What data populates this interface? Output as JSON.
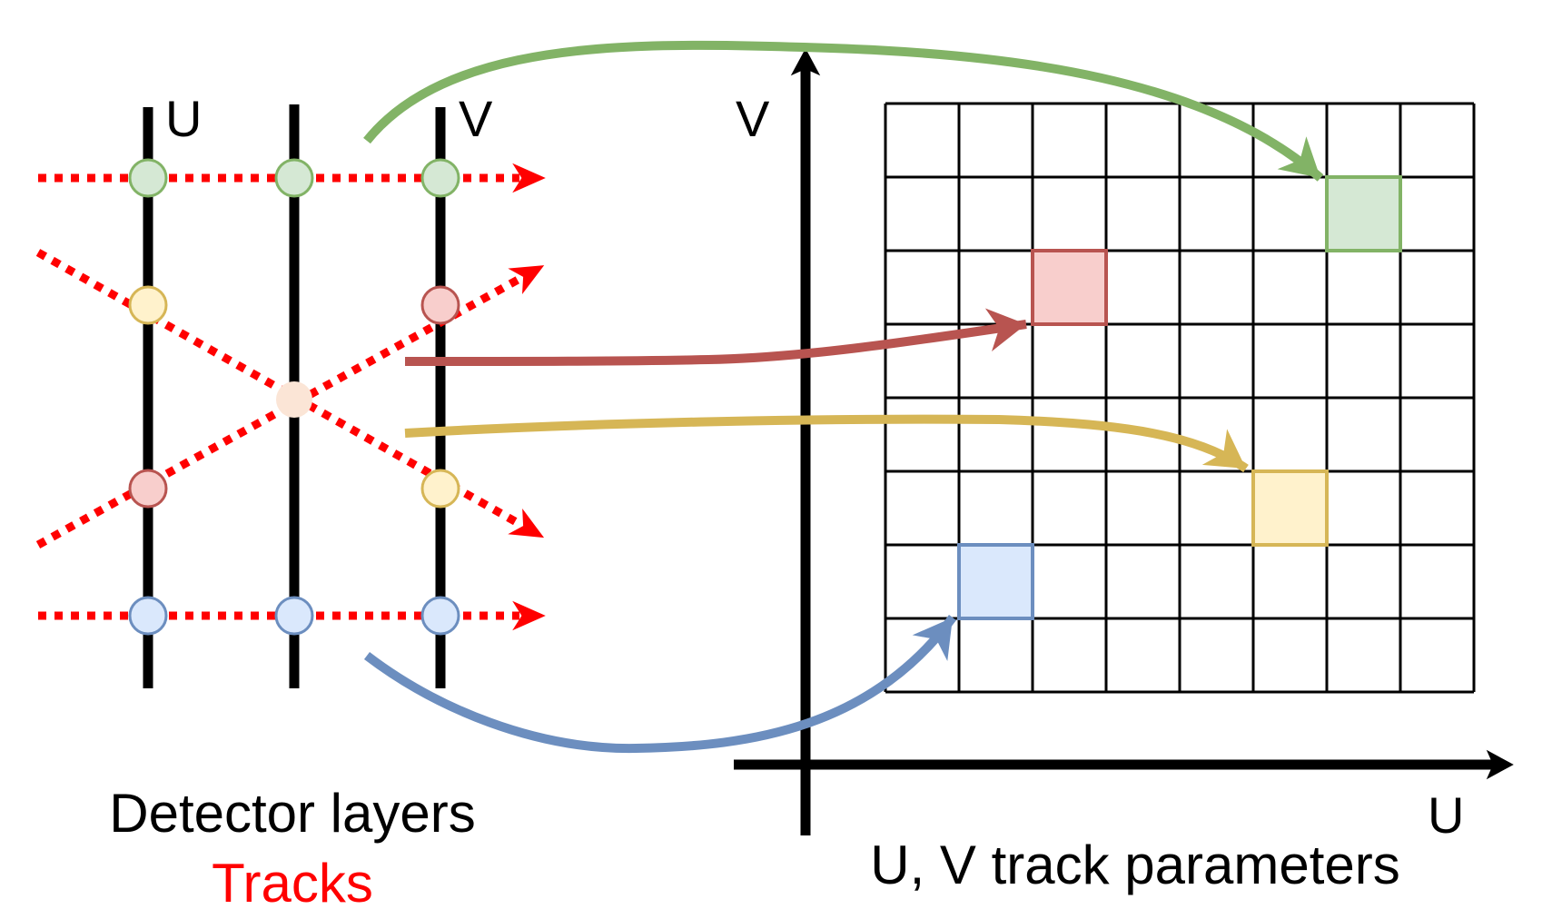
{
  "labels": {
    "layer_u": "U",
    "layer_v": "V",
    "axis_v": "V",
    "axis_u": "U",
    "detector_layers": "Detector layers",
    "tracks": "Tracks",
    "parameters": "U, V track parameters"
  },
  "colors": {
    "track_line": "#ff0000",
    "tracks_text": "#ff0000",
    "axis": "#000000",
    "green_stroke": "#82b366",
    "green_fill": "#d5e8d4",
    "red_stroke": "#b85450",
    "red_fill": "#f8cecc",
    "yellow_stroke": "#d6b656",
    "yellow_fill": "#fff2cc",
    "blue_stroke": "#6c8ebf",
    "blue_fill": "#dae8fc",
    "intersection_fill": "#fbe5d6"
  },
  "grid": {
    "rows": 8,
    "cols": 8
  },
  "highlighted_cells": [
    {
      "name": "green-cell",
      "col": 6,
      "row": 1,
      "color": "green"
    },
    {
      "name": "red-cell",
      "col": 2,
      "row": 2,
      "color": "red"
    },
    {
      "name": "yellow-cell",
      "col": 5,
      "row": 5,
      "color": "yellow"
    },
    {
      "name": "blue-cell",
      "col": 1,
      "row": 6,
      "color": "blue"
    }
  ],
  "hits": [
    {
      "name": "hit-green-u",
      "color": "green"
    },
    {
      "name": "hit-green-mid",
      "color": "green"
    },
    {
      "name": "hit-green-v",
      "color": "green"
    },
    {
      "name": "hit-yellow-u",
      "color": "yellow"
    },
    {
      "name": "hit-red-v",
      "color": "red"
    },
    {
      "name": "hit-crossing",
      "color": "intersection"
    },
    {
      "name": "hit-red-u",
      "color": "red"
    },
    {
      "name": "hit-yellow-v",
      "color": "yellow"
    },
    {
      "name": "hit-blue-u",
      "color": "blue"
    },
    {
      "name": "hit-blue-mid",
      "color": "blue"
    },
    {
      "name": "hit-blue-v",
      "color": "blue"
    }
  ]
}
